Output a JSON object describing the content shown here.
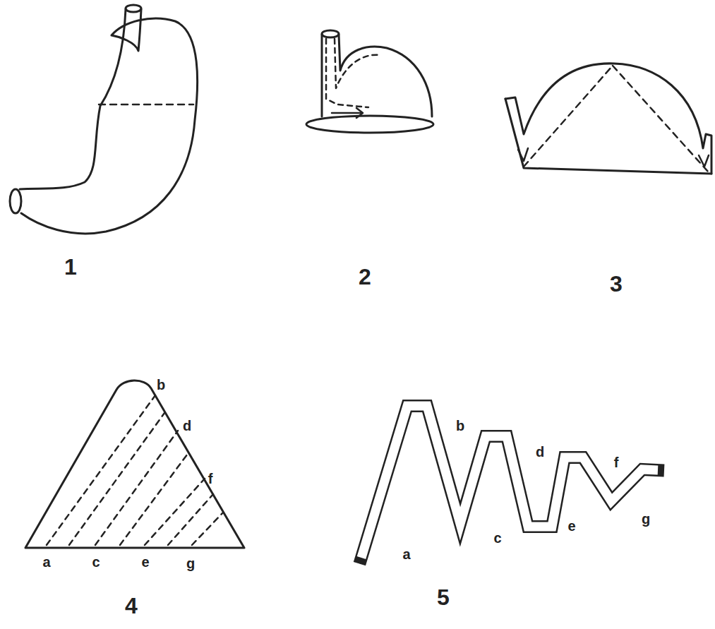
{
  "diagram": {
    "labels": [
      "1",
      "2",
      "3",
      "4",
      "5",
      "b",
      "d",
      "f",
      "a",
      "c",
      "e",
      "g",
      "b",
      "d",
      "f",
      "a",
      "c",
      "e",
      "g"
    ]
  }
}
